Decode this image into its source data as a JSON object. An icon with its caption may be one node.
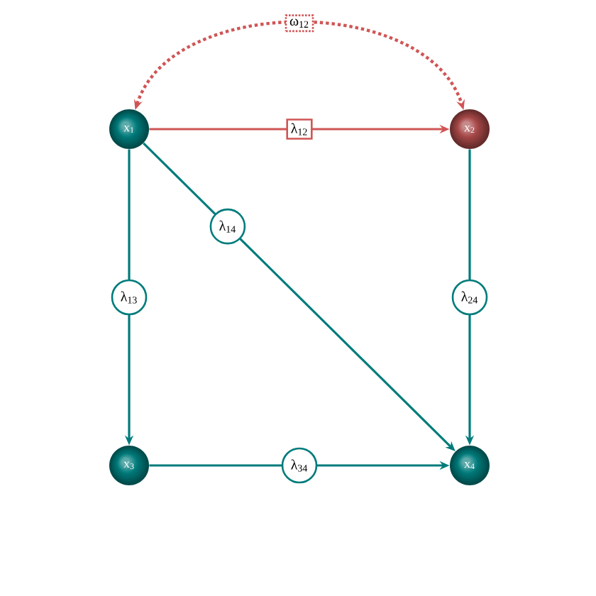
{
  "diagram": {
    "nodes": [
      {
        "text": [
          "x$_{1}$"
        ]
      },
      {
        "text": [
          "x$_{2}$"
        ]
      },
      {
        "text": [
          "x$_{3}$"
        ]
      },
      {
        "text": [
          "x$_{4}$"
        ]
      }
    ],
    "edges": [
      {
        "from": 0,
        "to": 1,
        "arrow": "both",
        "label": "ω$_{12}$",
        "style": "dashed",
        "color": "#d05555"
      },
      {
        "from": 0,
        "to": 1,
        "arrow": "to",
        "label": "λ$_{12}$",
        "color": "#d05555"
      },
      {
        "from": 0,
        "to": 3,
        "arrow": "to",
        "label": "λ$_{14}$"
      },
      {
        "from": 0,
        "to": 2,
        "arrow": "to",
        "label": "λ$_{13}$"
      },
      {
        "from": 1,
        "to": 3,
        "arrow": "to",
        "label": "λ$_{24}$"
      },
      {
        "from": 2,
        "to": 3,
        "arrow": "to",
        "label": "λ$_{34}$"
      }
    ]
  }
}
